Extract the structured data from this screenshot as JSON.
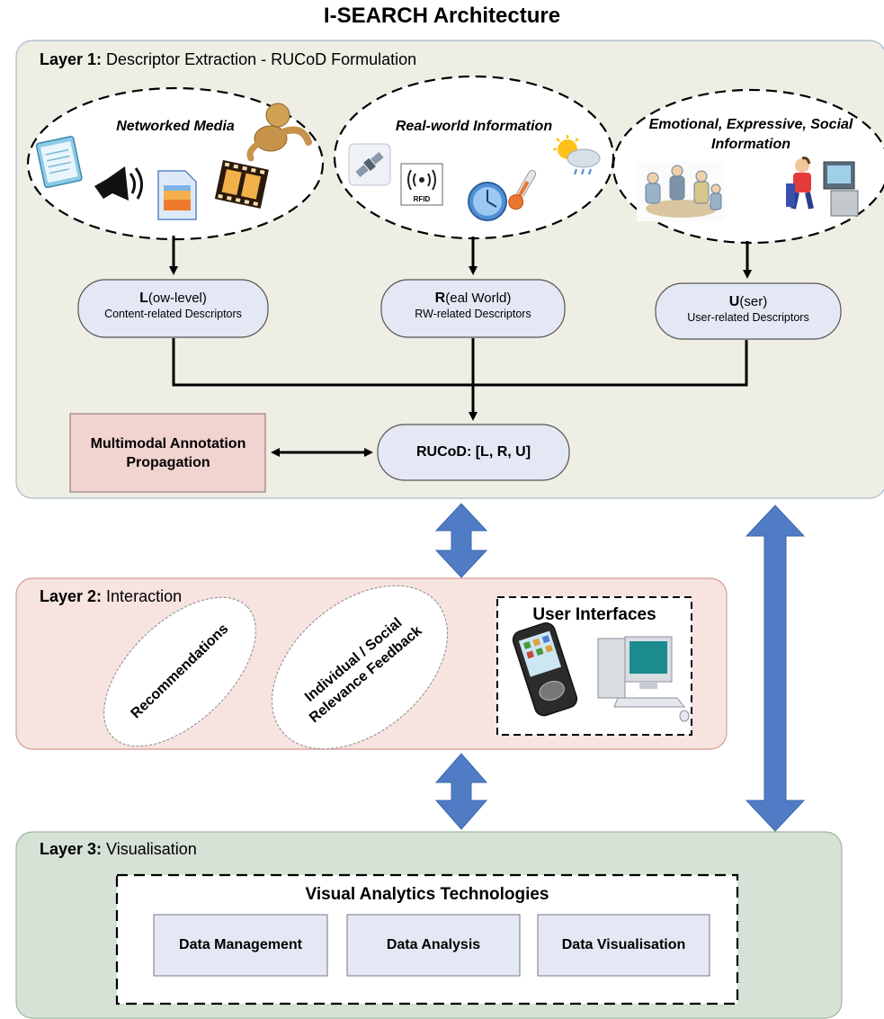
{
  "title": "I-SEARCH Architecture",
  "layer1": {
    "heading_bold": "Layer 1:",
    "heading_rest": " Descriptor Extraction - RUCoD Formulation",
    "sources": [
      {
        "label": "Networked Media"
      },
      {
        "label": "Real-world Information"
      },
      {
        "label": "Emotional, Expressive, Social Information"
      }
    ],
    "rfid_text": "RFID",
    "descriptors": [
      {
        "letter": "L",
        "rest": "(ow-level)",
        "sub": "Content-related Descriptors"
      },
      {
        "letter": "R",
        "rest": "(eal World)",
        "sub": "RW-related Descriptors"
      },
      {
        "letter": "U",
        "rest": "(ser)",
        "sub": "User-related Descriptors"
      }
    ],
    "rucod": "RUCoD: [L, R, U]",
    "annotation": "Multimodal Annotation Propagation"
  },
  "layer2": {
    "heading_bold": "Layer 2:",
    "heading_rest": " Interaction",
    "recommendations": "Recommendations",
    "feedback_line1": "Individual / Social",
    "feedback_line2": "Relevance Feedback",
    "user_interfaces": "User Interfaces"
  },
  "layer3": {
    "heading_bold": "Layer 3:",
    "heading_rest": " Visualisation",
    "va_title": "Visual Analytics Technologies",
    "blocks": [
      "Data Management",
      "Data Analysis",
      "Data Visualisation"
    ]
  },
  "colors": {
    "layer1_fill": "#eeeee4",
    "layer2_fill": "#f7e3e0",
    "layer3_fill": "#d7e2d6",
    "desc_fill": "#e4e8f4",
    "annotation_fill": "#f1d3cf",
    "block_fill": "#e4e8f4",
    "arrow_blue": "#4f7cc4"
  },
  "icons": [
    "notepad-icon",
    "speaker-icon",
    "image-file-icon",
    "film-strip-icon",
    "figure-3d-icon",
    "satellite-icon",
    "rfid-icon",
    "clock-icon",
    "thermometer-icon",
    "weather-icon",
    "meeting-people-icon",
    "computer-user-icon",
    "mobile-phone-icon",
    "desktop-computer-icon"
  ]
}
